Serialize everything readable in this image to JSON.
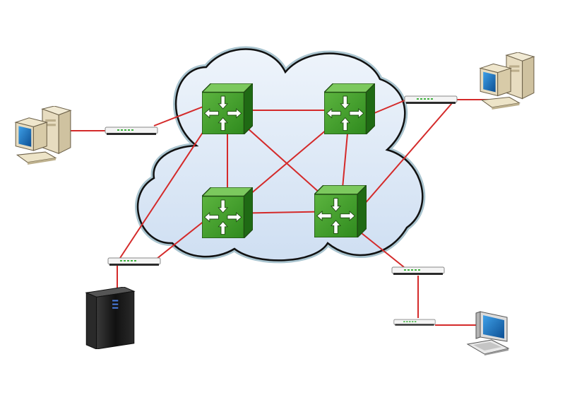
{
  "diagram": {
    "kind": "network-topology",
    "colors": {
      "background": "#ffffff",
      "cloud_fill": "#dce9f7",
      "cloud_outline": "#111111",
      "cloud_halo": "#a9c4cf",
      "link": "#d42a2a",
      "router_front": "#3f9e2c",
      "router_top": "#7cc95e",
      "router_side": "#1f6a14",
      "modem_body": "#f2f2f2",
      "modem_led": "#3fb23f",
      "monitor_screen": "#1a6fb8",
      "pc_beige": "#e7dcc0",
      "server_body": "#1b1b1b"
    },
    "nodes": [
      {
        "id": "router-1",
        "type": "router",
        "icon": "router-icon"
      },
      {
        "id": "router-2",
        "type": "router",
        "icon": "router-icon"
      },
      {
        "id": "router-3",
        "type": "router",
        "icon": "router-icon"
      },
      {
        "id": "router-4",
        "type": "router",
        "icon": "router-icon"
      },
      {
        "id": "modem-left",
        "type": "modem",
        "icon": "modem-icon"
      },
      {
        "id": "modem-right",
        "type": "modem",
        "icon": "modem-icon"
      },
      {
        "id": "modem-server",
        "type": "modem",
        "icon": "modem-icon"
      },
      {
        "id": "modem-bottom-right",
        "type": "modem",
        "icon": "modem-icon"
      },
      {
        "id": "switch-laptop",
        "type": "modem",
        "icon": "switch-icon"
      },
      {
        "id": "pc-left",
        "type": "desktop-pc",
        "icon": "desktop-pc-icon"
      },
      {
        "id": "pc-right",
        "type": "desktop-pc",
        "icon": "desktop-pc-icon"
      },
      {
        "id": "server",
        "type": "server",
        "icon": "server-icon"
      },
      {
        "id": "terminal",
        "type": "terminal",
        "icon": "terminal-icon"
      }
    ],
    "links": [
      [
        "router-1",
        "router-2"
      ],
      [
        "router-1",
        "router-3"
      ],
      [
        "router-1",
        "router-4"
      ],
      [
        "router-2",
        "router-3"
      ],
      [
        "router-2",
        "router-4"
      ],
      [
        "router-3",
        "router-4"
      ],
      [
        "router-1",
        "modem-left"
      ],
      [
        "router-1",
        "modem-server"
      ],
      [
        "router-3",
        "modem-server"
      ],
      [
        "router-2",
        "modem-right"
      ],
      [
        "router-4",
        "modem-right"
      ],
      [
        "router-4",
        "modem-bottom-right"
      ],
      [
        "modem-left",
        "pc-left"
      ],
      [
        "modem-right",
        "pc-right"
      ],
      [
        "modem-server",
        "server"
      ],
      [
        "modem-bottom-right",
        "switch-laptop"
      ],
      [
        "switch-laptop",
        "terminal"
      ]
    ]
  }
}
